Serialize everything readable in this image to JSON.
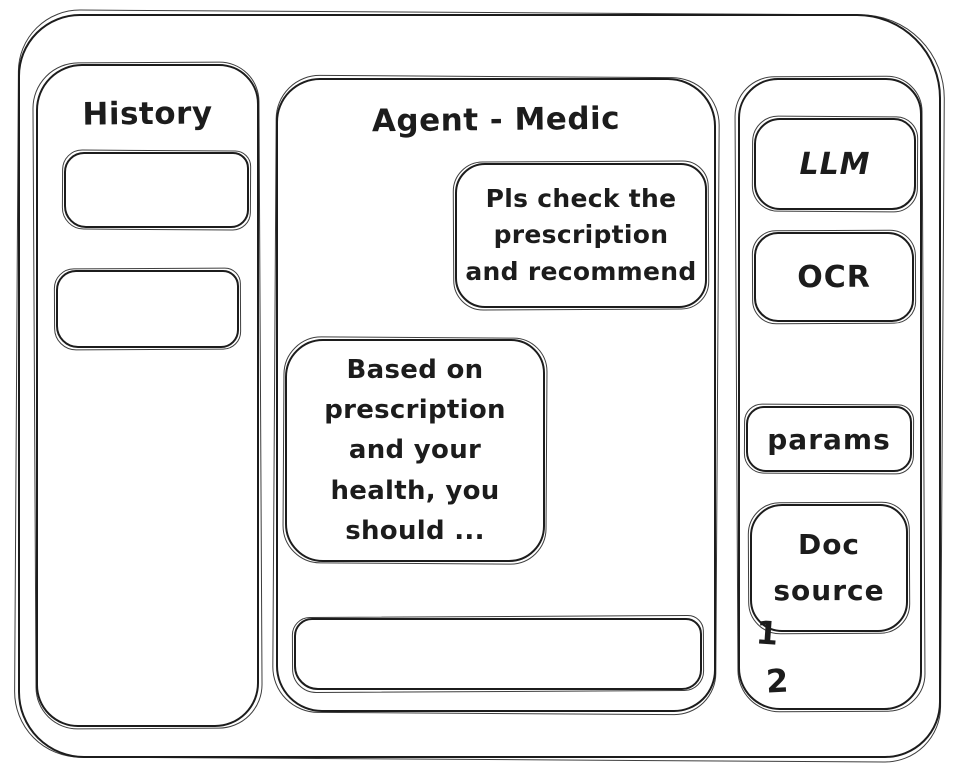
{
  "colors": {
    "stroke": "#1c1c1c",
    "background": "#ffffff"
  },
  "history_panel": {
    "title": "History",
    "items": [
      {
        "label": ""
      },
      {
        "label": ""
      }
    ]
  },
  "chat_panel": {
    "title": "Agent - Medic",
    "messages": [
      {
        "role": "user",
        "text": "Pls check the\nprescription\nand recommend"
      },
      {
        "role": "assistant",
        "text": "Based on\nprescription\nand your\nhealth, you\nshould ..."
      }
    ],
    "input": {
      "value": ""
    }
  },
  "tools_panel": {
    "buttons": [
      {
        "label": "LLM"
      },
      {
        "label": "OCR"
      },
      {
        "label": "params"
      },
      {
        "label": "Doc\nsource"
      }
    ],
    "doc_items": [
      {
        "label": "1"
      },
      {
        "label": "2"
      }
    ]
  }
}
